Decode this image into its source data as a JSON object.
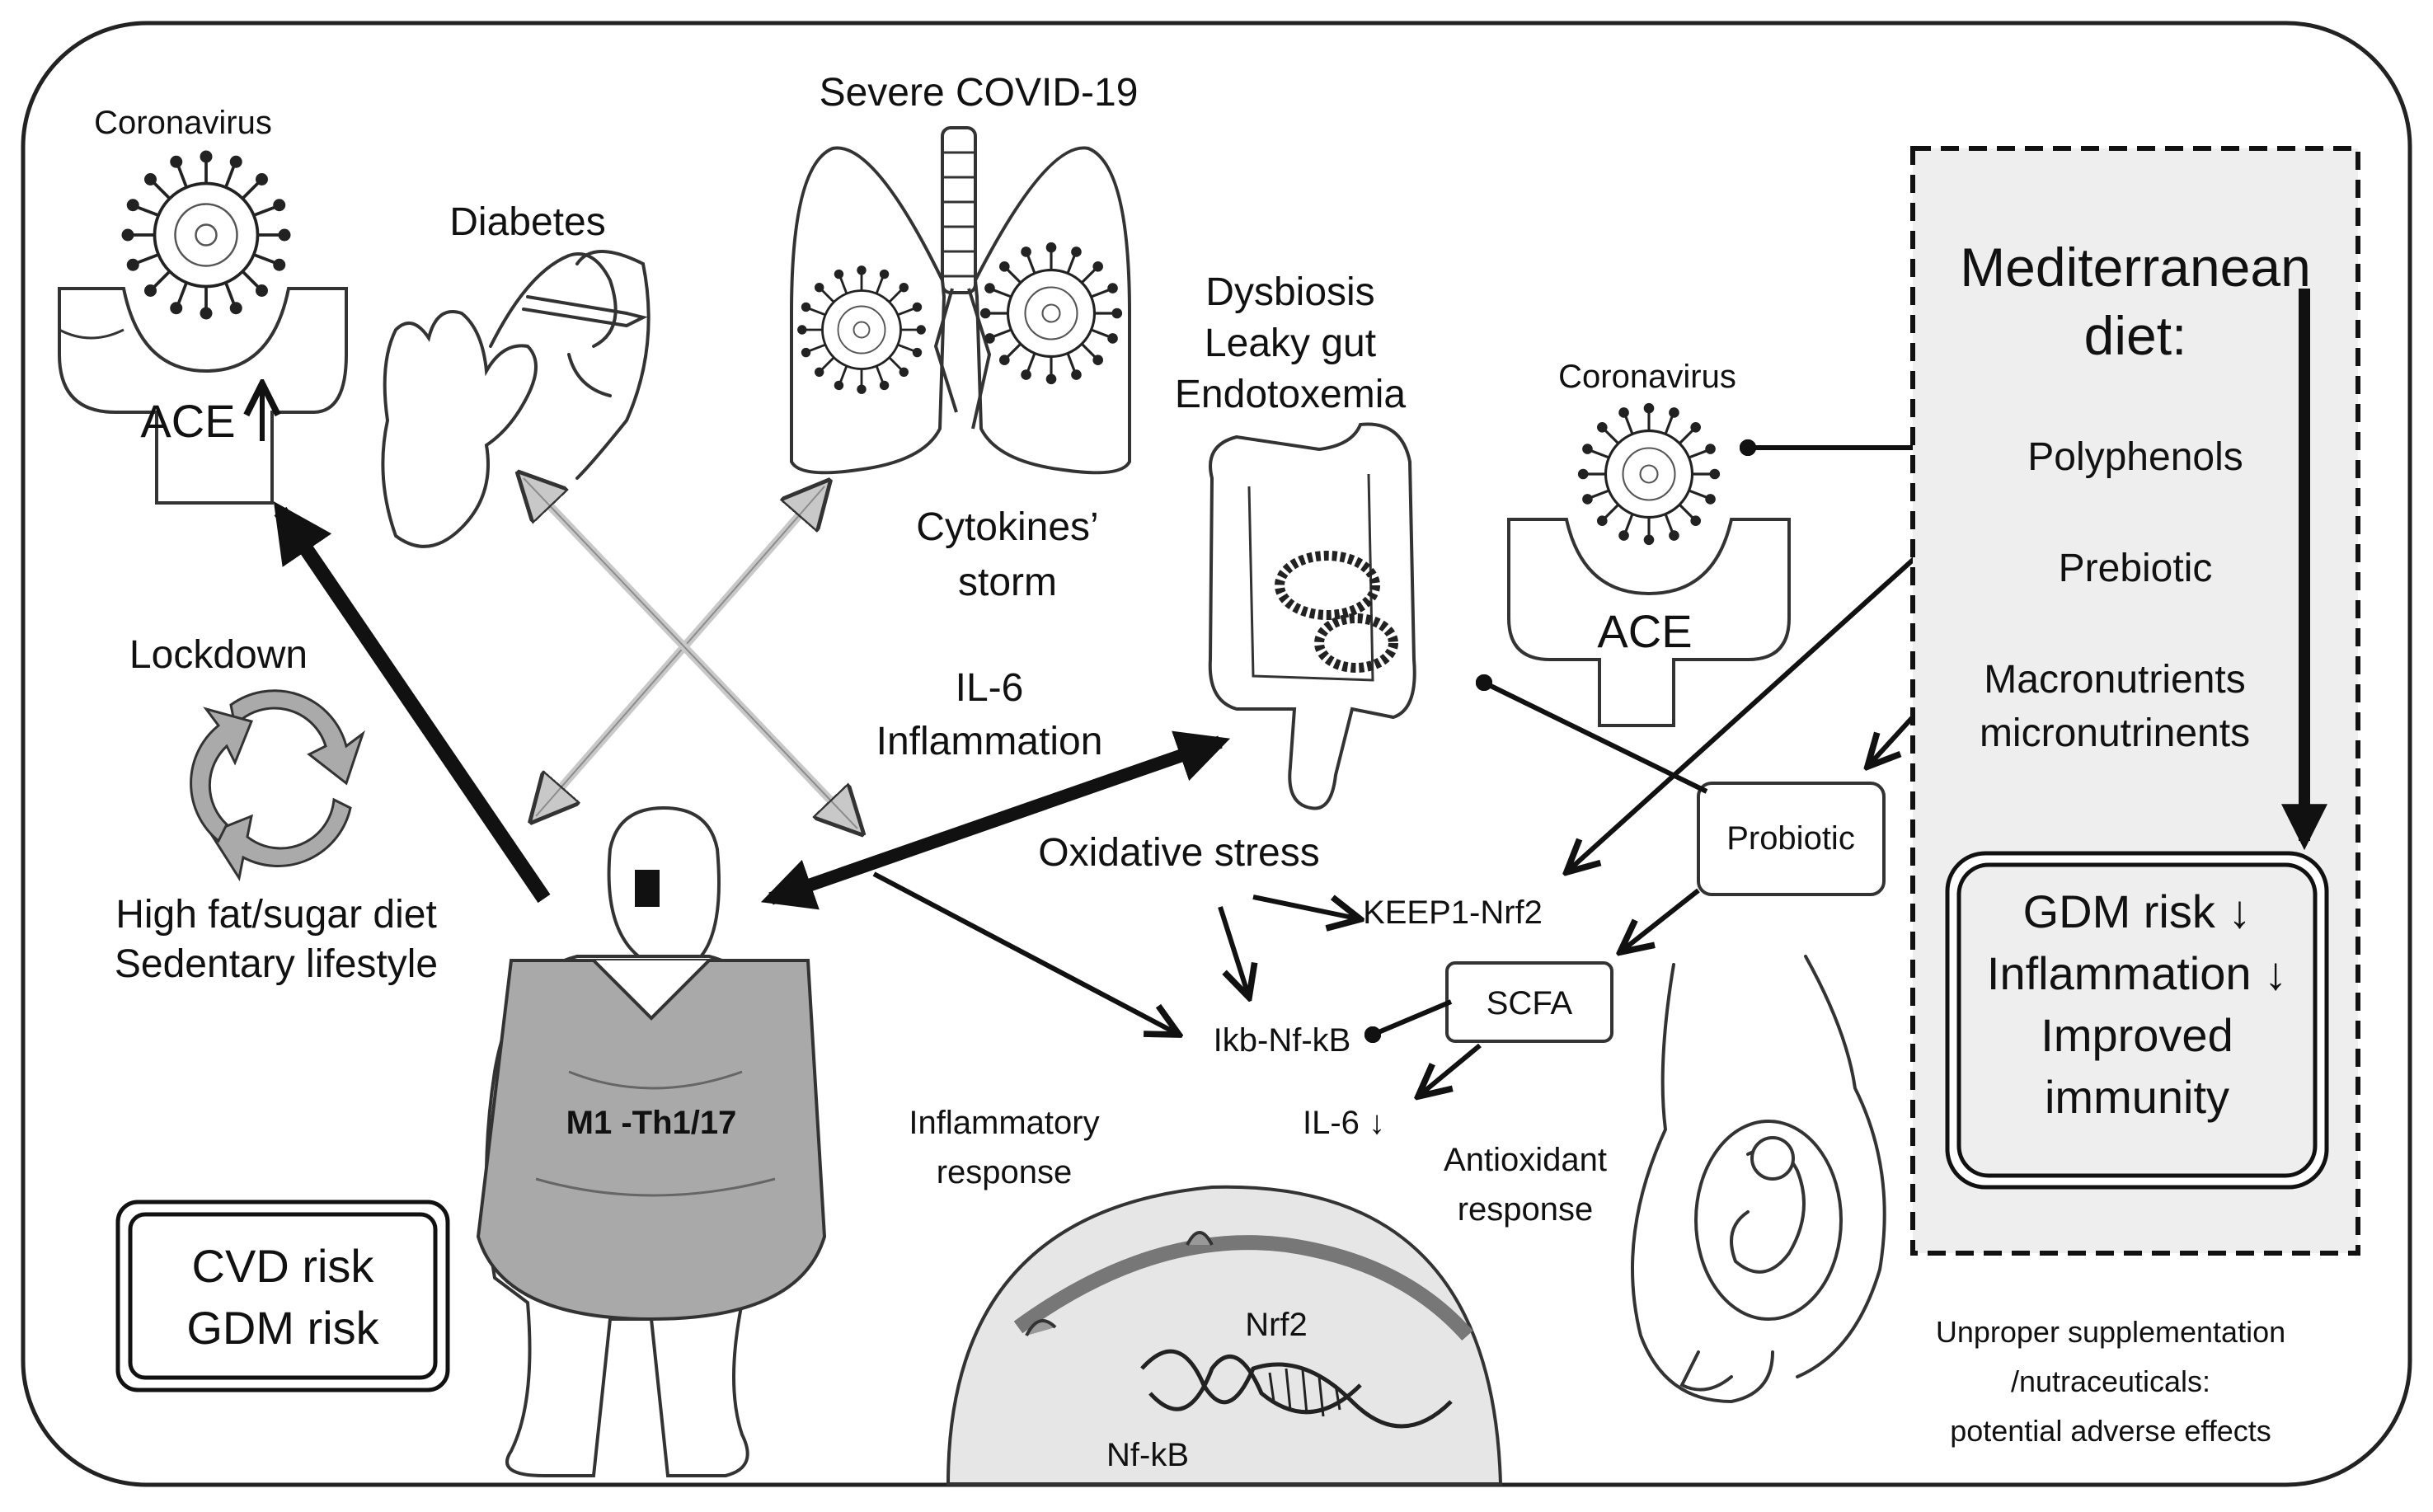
{
  "labels": {
    "coronavirus_left": "Coronavirus",
    "ace_left": "ACE",
    "diabetes": "Diabetes",
    "severe_covid": "Severe COVID-19",
    "cytokines_1": "Cytokines’",
    "cytokines_2": "storm",
    "dysbiosis_1": "Dysbiosis",
    "dysbiosis_2": "Leaky gut",
    "dysbiosis_3": "Endotoxemia",
    "coronavirus_right": "Coronavirus",
    "ace_right": "ACE",
    "lockdown": "Lockdown",
    "il6_1": "IL-6",
    "il6_2": "Inflammation",
    "diet_1": "High fat/sugar diet",
    "diet_2": "Sedentary lifestyle",
    "oxidative": "Oxidative stress",
    "keep1": "KEEP1-Nrf2",
    "ikb": "Ikb-Nf-kB",
    "scfa": "SCFA",
    "il6_down": "IL-6 ↓",
    "probiotic": "Probiotic",
    "m1": "M1 -Th1/17",
    "inflam_resp_1": "Inflammatory",
    "inflam_resp_2": "response",
    "antiox_1": "Antioxidant",
    "antiox_2": "response",
    "nrf2": "Nrf2",
    "nfkb": "Nf-kB",
    "cvd_1": "CVD risk",
    "cvd_2": "GDM risk",
    "unproper_1": "Unproper supplementation",
    "unproper_2": "/nutraceuticals:",
    "unproper_3": "potential adverse effects"
  },
  "med_diet": {
    "title_1": "Mediterranean",
    "title_2": "diet:",
    "polyphenols": "Polyphenols",
    "prebiotic": "Prebiotic",
    "macro_1": "Macronutrients",
    "macro_2": "micronutrinents",
    "outcome_1": "GDM risk ↓",
    "outcome_2": "Inflammation ↓",
    "outcome_3": "Improved",
    "outcome_4": "immunity"
  },
  "colors": {
    "ink": "#111111",
    "panel_fill": "#eeeeee",
    "figure_fill": "#a9a9a9",
    "hollow_arrow": "#c8c8c8",
    "nucleus_fill": "#e6e6e6"
  }
}
